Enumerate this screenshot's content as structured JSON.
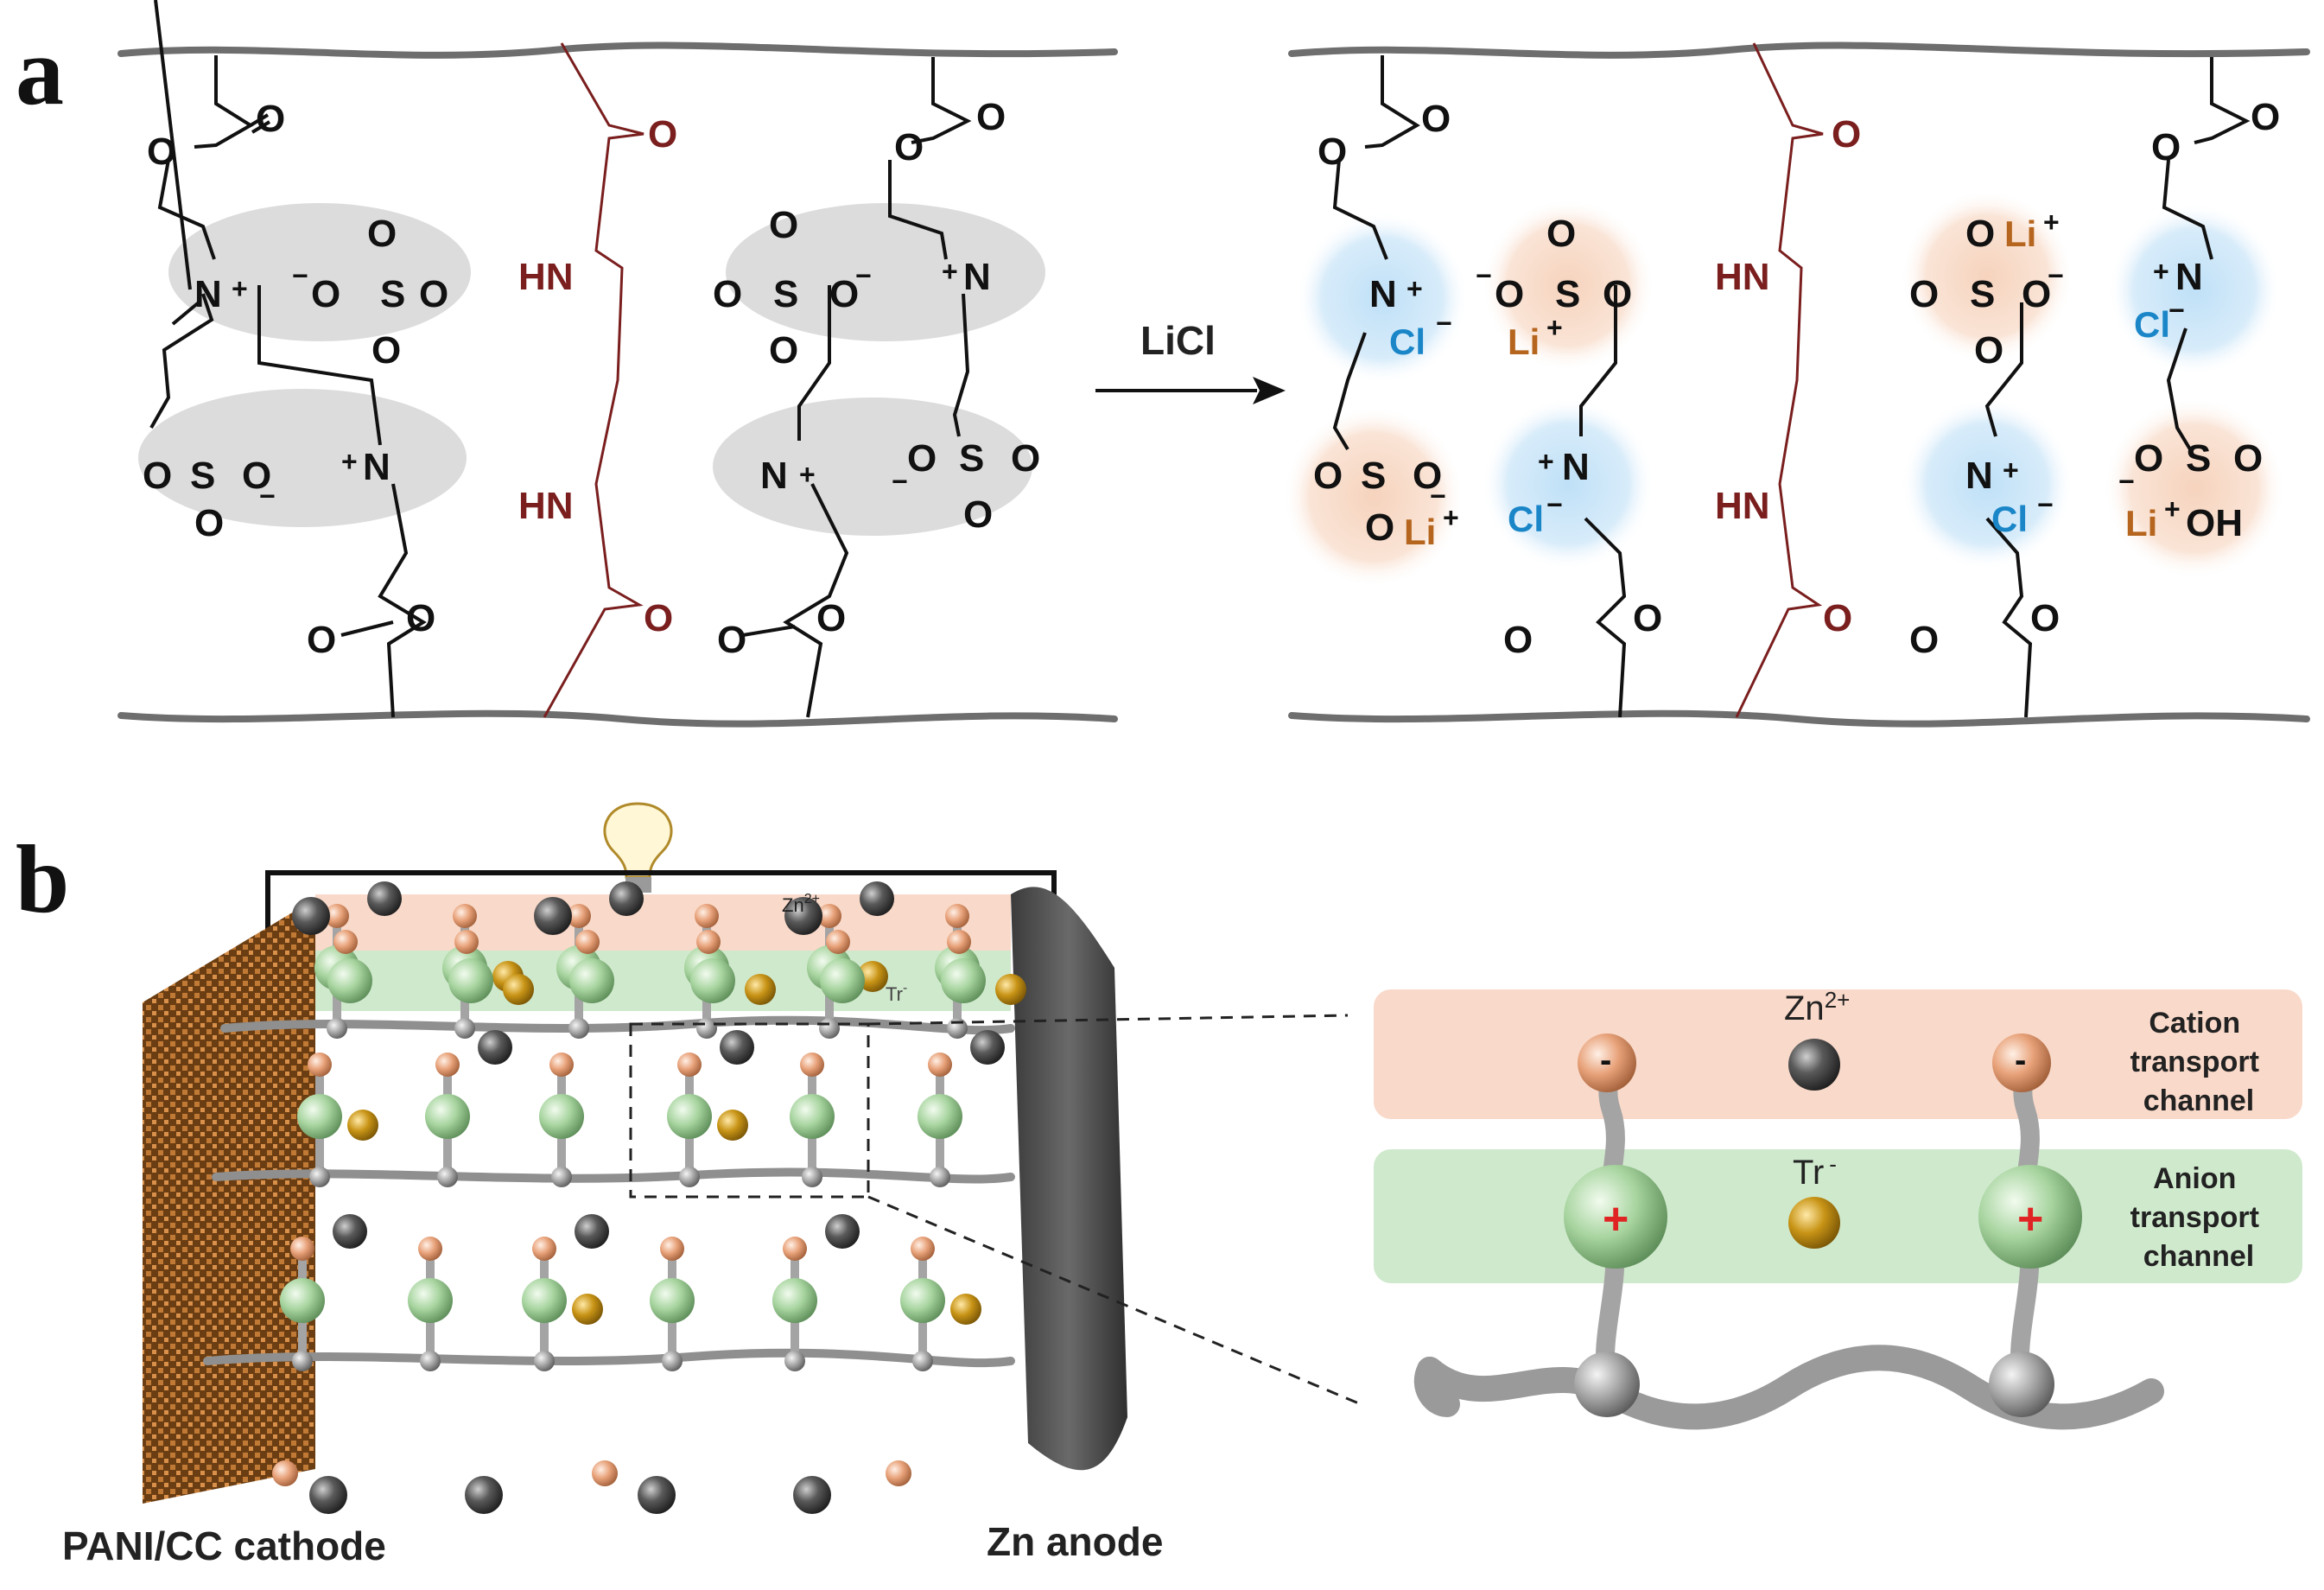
{
  "panels": {
    "a": "a",
    "b": "b"
  },
  "reaction": {
    "reagent": "LiCl"
  },
  "atoms": {
    "o": "O",
    "n": "N",
    "s": "S",
    "hn": "HN",
    "oh": "OH",
    "cl": "Cl",
    "li": "Li",
    "plus": "+",
    "minus": "−"
  },
  "device": {
    "cathode": "PANI/CC cathode",
    "anode": "Zn anode",
    "zn_ion": "Zn",
    "zn_charge": "2+",
    "tr_ion": "Tr",
    "tr_charge": "-"
  },
  "inset": {
    "zn_ion": "Zn",
    "zn_charge": "2+",
    "tr_ion": "Tr",
    "tr_charge": "-",
    "cation_channel": [
      "Cation",
      "transport",
      "channel"
    ],
    "anion_channel": [
      "Anion",
      "transport",
      "channel"
    ],
    "anionic_group_sign": "-",
    "cationic_group_sign": "+"
  },
  "colors": {
    "cation_zone": "#f9d9c9",
    "anion_zone": "#cfe9cc",
    "cl_text": "#1a86c8",
    "li_text": "#b5651d",
    "amide_red": "#7a1e1e",
    "sphere_green": "#a8d5a0",
    "sphere_orange": "#e8a27a",
    "sphere_dark": "#4a4a4a",
    "sphere_gold": "#c89416"
  }
}
